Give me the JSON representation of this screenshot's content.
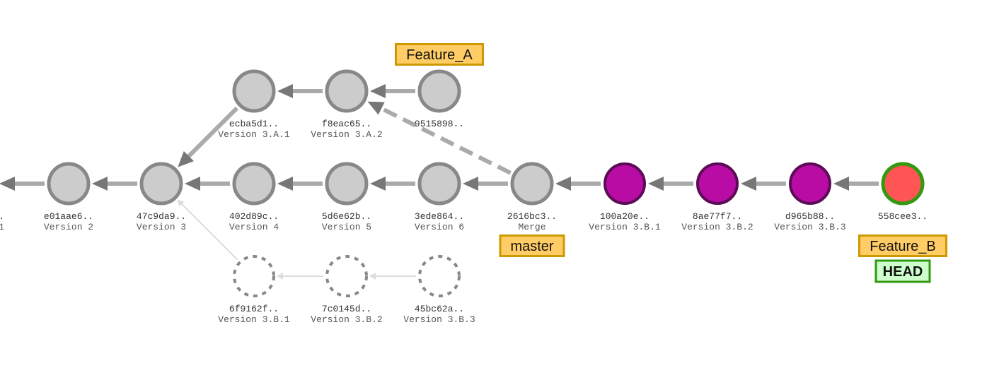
{
  "graph": {
    "commits": [
      {
        "id": "c1",
        "hash": "..",
        "message": "1",
        "style": "normal",
        "partial": true
      },
      {
        "id": "c2",
        "hash": "e01aae6..",
        "message": "Version 2",
        "style": "normal"
      },
      {
        "id": "c3",
        "hash": "47c9da9..",
        "message": "Version 3",
        "style": "normal"
      },
      {
        "id": "c4",
        "hash": "402d89c..",
        "message": "Version 4",
        "style": "normal"
      },
      {
        "id": "c5",
        "hash": "5d6e62b..",
        "message": "Version 5",
        "style": "normal"
      },
      {
        "id": "c6",
        "hash": "3ede864..",
        "message": "Version 6",
        "style": "normal"
      },
      {
        "id": "m",
        "hash": "2616bc3..",
        "message": "Merge",
        "style": "normal"
      },
      {
        "id": "a1",
        "hash": "ecba5d1..",
        "message": "Version 3.A.1",
        "style": "normal"
      },
      {
        "id": "a2",
        "hash": "f8eac65..",
        "message": "Version 3.A.2",
        "style": "normal"
      },
      {
        "id": "a3",
        "hash": "9515898..",
        "message": "",
        "style": "normal"
      },
      {
        "id": "b1",
        "hash": "100a20e..",
        "message": "Version 3.B.1",
        "style": "rebased"
      },
      {
        "id": "b2",
        "hash": "8ae77f7..",
        "message": "Version 3.B.2",
        "style": "rebased"
      },
      {
        "id": "b3",
        "hash": "d965b88..",
        "message": "Version 3.B.3",
        "style": "rebased"
      },
      {
        "id": "b4",
        "hash": "558cee3..",
        "message": "",
        "style": "head"
      },
      {
        "id": "g1",
        "hash": "6f9162f..",
        "message": "Version 3.B.1",
        "style": "ghost"
      },
      {
        "id": "g2",
        "hash": "7c0145d..",
        "message": "Version 3.B.2",
        "style": "ghost"
      },
      {
        "id": "g3",
        "hash": "45bc62a..",
        "message": "Version 3.B.3",
        "style": "ghost"
      }
    ],
    "edges": [
      {
        "from": "c2",
        "to": "c1",
        "style": "solid"
      },
      {
        "from": "c3",
        "to": "c2",
        "style": "solid"
      },
      {
        "from": "c4",
        "to": "c3",
        "style": "solid"
      },
      {
        "from": "c5",
        "to": "c4",
        "style": "solid"
      },
      {
        "from": "c6",
        "to": "c5",
        "style": "solid"
      },
      {
        "from": "m",
        "to": "c6",
        "style": "solid"
      },
      {
        "from": "m",
        "to": "a2",
        "style": "dashed"
      },
      {
        "from": "a1",
        "to": "c3",
        "style": "solid"
      },
      {
        "from": "a2",
        "to": "a1",
        "style": "solid"
      },
      {
        "from": "a3",
        "to": "a2",
        "style": "solid"
      },
      {
        "from": "b1",
        "to": "m",
        "style": "solid"
      },
      {
        "from": "b2",
        "to": "b1",
        "style": "solid"
      },
      {
        "from": "b3",
        "to": "b2",
        "style": "solid"
      },
      {
        "from": "b4",
        "to": "b3",
        "style": "solid"
      },
      {
        "from": "g1",
        "to": "c3",
        "style": "ghost"
      },
      {
        "from": "g2",
        "to": "g1",
        "style": "ghost"
      },
      {
        "from": "g3",
        "to": "g2",
        "style": "ghost"
      }
    ],
    "refs": [
      {
        "name": "Feature_A",
        "commit": "a3",
        "position": "above",
        "type": "branch"
      },
      {
        "name": "master",
        "commit": "m",
        "position": "below",
        "type": "branch"
      },
      {
        "name": "Feature_B",
        "commit": "b4",
        "position": "below",
        "type": "branch"
      },
      {
        "name": "HEAD",
        "commit": "b4",
        "position": "below-2",
        "type": "head"
      }
    ],
    "colors": {
      "node_fill": "#cccccc",
      "node_stroke": "#888888",
      "rebased_fill": "#b80ca4",
      "rebased_stroke": "#5c0c57",
      "head_fill": "#ff5555",
      "head_stroke": "#339911",
      "edge": "#aaaaaa",
      "arrowhead": "#777777",
      "ghost_edge": "#dddddd",
      "branch_fill": "#ffcc66",
      "branch_stroke": "#cc9900",
      "head_ref_fill": "#ccffcc",
      "head_ref_stroke": "#339911"
    }
  }
}
